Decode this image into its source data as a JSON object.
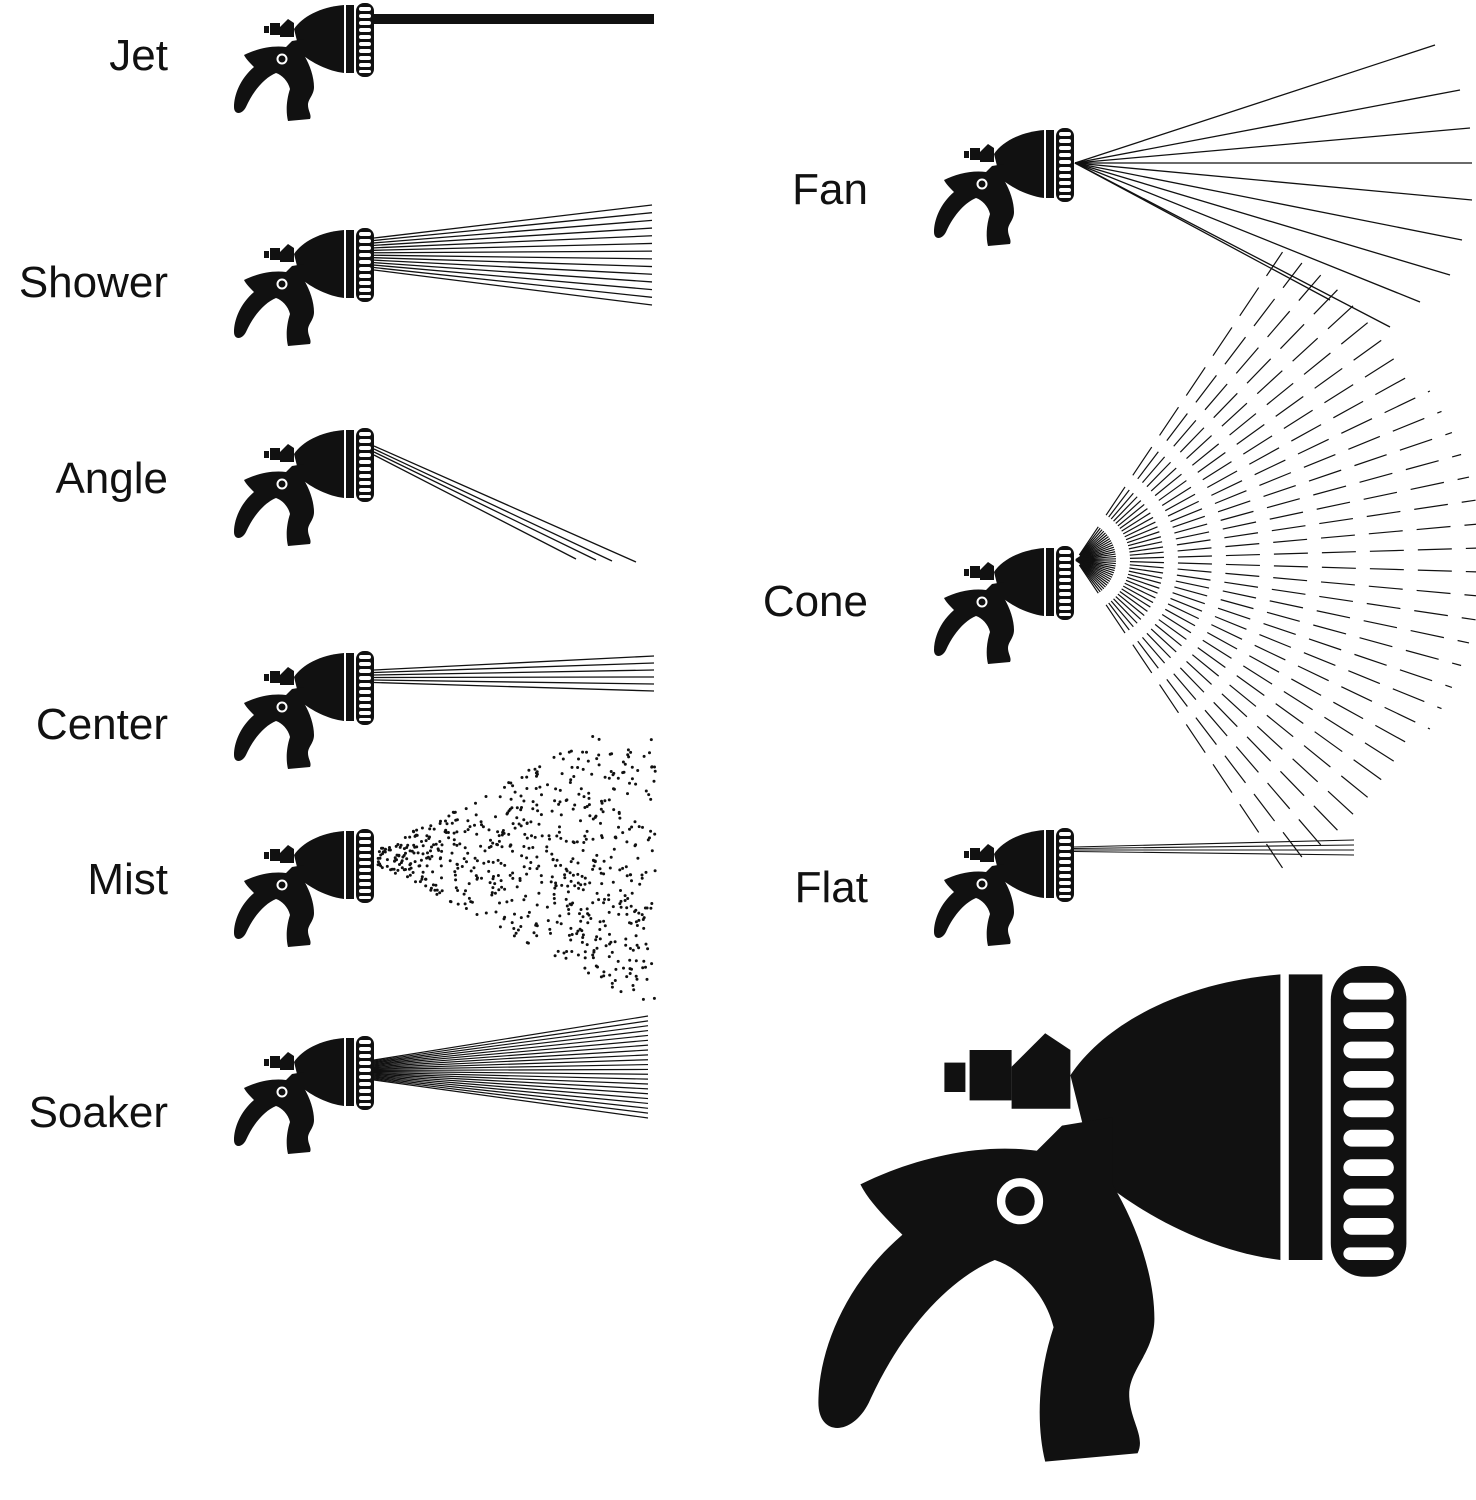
{
  "title": "",
  "colors": {
    "ink": "#111111",
    "background": "#ffffff"
  },
  "icon": "hose-nozzle-icon",
  "patterns": [
    {
      "id": "jet",
      "label": "Jet"
    },
    {
      "id": "shower",
      "label": "Shower"
    },
    {
      "id": "angle",
      "label": "Angle"
    },
    {
      "id": "center",
      "label": "Center"
    },
    {
      "id": "mist",
      "label": "Mist"
    },
    {
      "id": "soaker",
      "label": "Soaker"
    },
    {
      "id": "fan",
      "label": "Fan"
    },
    {
      "id": "cone",
      "label": "Cone"
    },
    {
      "id": "flat",
      "label": "Flat"
    }
  ]
}
